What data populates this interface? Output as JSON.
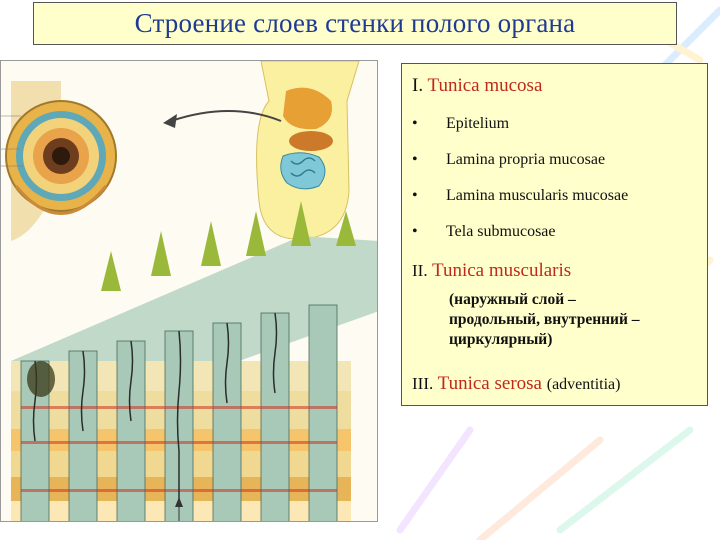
{
  "title": "Строение слоев стенки полого органа",
  "panel": {
    "section1": {
      "num": "I.",
      "name": "Tunica mucosa"
    },
    "items": [
      "Epitelium",
      "Lamina propria mucosae",
      "Lamina muscularis mucosae",
      "Tela submucosae"
    ],
    "section2": {
      "num": "II.",
      "name": "Tunica muscularis"
    },
    "note": [
      "(наружный слой –",
      "продольный, внутренний –",
      "циркулярный)"
    ],
    "section3": {
      "num": "III.",
      "name": "Tunica serosa",
      "extra": "(adventitia)"
    }
  },
  "bullet": "•",
  "colors": {
    "title": "#1f3a93",
    "accent": "#c0281c",
    "box": "#ffffcc"
  }
}
